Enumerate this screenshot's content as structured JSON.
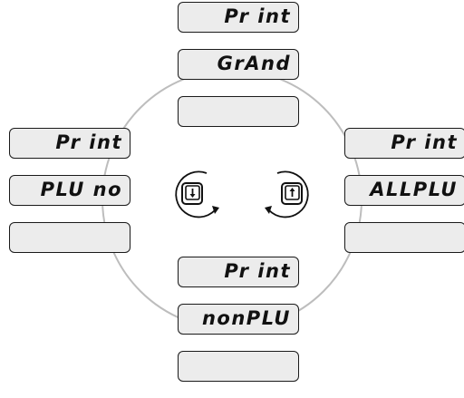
{
  "colors": {
    "display_fill": "#ececec",
    "display_border": "#1a1a1a",
    "ring": "#bdbdbd",
    "arrow": "#111111"
  },
  "menu": {
    "top": {
      "line1": "Pr int",
      "line2": "GrAnd",
      "line3": ""
    },
    "left": {
      "line1": "Pr int",
      "line2": "PLU no",
      "line3": ""
    },
    "right": {
      "line1": "Pr int",
      "line2": "ALLPLU",
      "line3": ""
    },
    "bottom": {
      "line1": "Pr int",
      "line2": "nonPLU",
      "line3": ""
    }
  },
  "controls": {
    "down_key_icon": "down-arrow-key-clockwise",
    "up_key_icon": "up-arrow-key-counterclockwise"
  }
}
